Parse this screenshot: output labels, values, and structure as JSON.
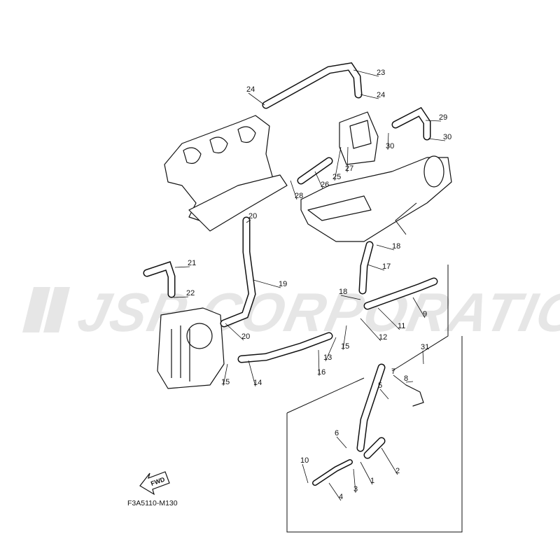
{
  "watermark": "JSP CORPORATION",
  "diagram_code": "F3A5110-M130",
  "fwd_label": "FWD",
  "callouts": [
    "23",
    "24",
    "24",
    "29",
    "30",
    "30",
    "25",
    "27",
    "26",
    "28",
    "20",
    "18",
    "17",
    "21",
    "19",
    "22",
    "18",
    "9",
    "11",
    "12",
    "20",
    "15",
    "13",
    "16",
    "14",
    "15",
    "31",
    "8",
    "7",
    "5",
    "6",
    "2",
    "1",
    "3",
    "10",
    "4"
  ],
  "colors": {
    "line": "#111111",
    "watermark": "#e6e6e6"
  }
}
